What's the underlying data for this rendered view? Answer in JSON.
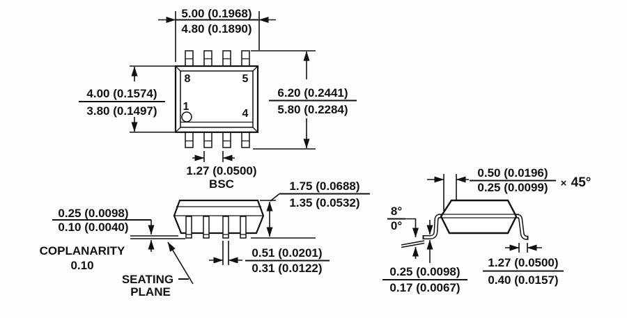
{
  "colors": {
    "ink": "#111111",
    "background": "#fdfdfd"
  },
  "views": {
    "top": {
      "pins": {
        "tl": "8",
        "tr": "5",
        "bl": "1",
        "br": "4"
      },
      "dim_width": {
        "l1": "5.00 (0.1968)",
        "l2": "4.80 (0.1890)"
      },
      "dim_body": {
        "l1": "4.00 (0.1574)",
        "l2": "3.80 (0.1497)"
      },
      "dim_span": {
        "l1": "6.20 (0.2441)",
        "l2": "5.80 (0.2284)"
      },
      "dim_pitch": {
        "l1": "1.27 (0.0500)",
        "l2": "BSC"
      }
    },
    "side": {
      "dim_coplanarity_tol": {
        "l1": "0.25 (0.0098)",
        "l2": "0.10 (0.0040)"
      },
      "coplanarity_label": {
        "l1": "COPLANARITY",
        "l2": "0.10"
      },
      "seating_label": {
        "l1": "SEATING",
        "l2": "PLANE"
      },
      "dim_height": {
        "l1": "1.75 (0.0688)",
        "l2": "1.35 (0.0532)"
      },
      "dim_lead_width": {
        "l1": "0.51 (0.0201)",
        "l2": "0.31 (0.0122)"
      }
    },
    "end": {
      "dim_chamfer": {
        "l1": "0.50 (0.0196)",
        "l2": "0.25 (0.0099)",
        "x": "×",
        "angle": "45°"
      },
      "dim_angle": {
        "l1": "8°",
        "l2": "0°"
      },
      "dim_thickness": {
        "l1": "0.25 (0.0098)",
        "l2": "0.17 (0.0067)"
      },
      "dim_foot": {
        "l1": "1.27 (0.0500)",
        "l2": "0.40 (0.0157)"
      }
    }
  }
}
